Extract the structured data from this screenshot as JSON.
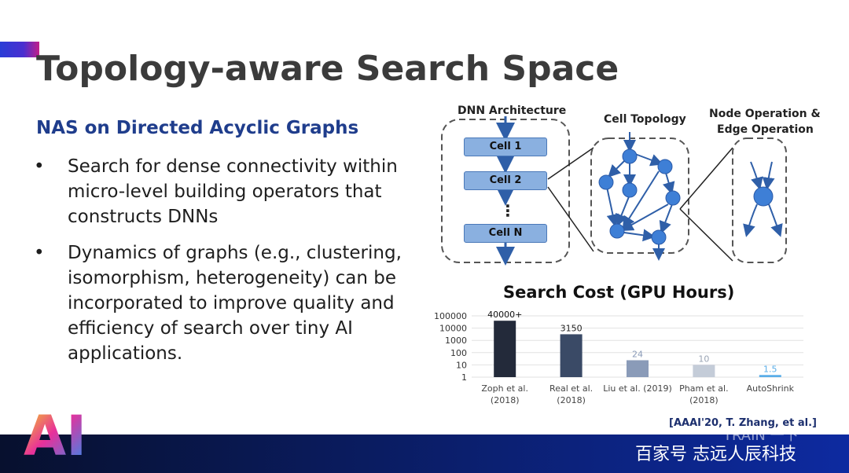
{
  "slide": {
    "title": "Topology-aware Search Space",
    "subtitle": "NAS on Directed Acyclic Graphs",
    "bullets": [
      "Search for dense connectivity within micro-level building operators that constructs DNNs",
      "Dynamics of graphs (e.g., clustering, isomorphism, heterogeneity) can be incorporated to improve quality and efficiency of search over tiny AI applications."
    ],
    "bullet_marker": "•",
    "citation": "[AAAI'20, T. Zhang, et al.]"
  },
  "diagram": {
    "dnn_label": "DNN Architecture",
    "cells": [
      "Cell 1",
      "Cell 2",
      "Cell N"
    ],
    "ellipsis": "⋮",
    "cell_topology_label": "Cell Topology",
    "node_op_label_line1": "Node Operation &",
    "node_op_label_line2": "Edge Operation"
  },
  "chart_data": {
    "type": "bar",
    "title": "Search Cost (GPU Hours)",
    "categories": [
      "Zoph et al. (2018)",
      "Real et al. (2018)",
      "Liu et al. (2019)",
      "Pham et al. (2018)",
      "AutoShrink"
    ],
    "category_lines": [
      [
        "Zoph et al.",
        "(2018)"
      ],
      [
        "Real et al.",
        "(2018)"
      ],
      [
        "Liu et al. (2019)"
      ],
      [
        "Pham et al.",
        "(2018)"
      ],
      [
        "AutoShrink"
      ]
    ],
    "values": [
      40000,
      3150,
      24,
      10,
      1.5
    ],
    "data_labels": [
      "40000+",
      "3150",
      "24",
      "10",
      "1.5"
    ],
    "colors": [
      "#232a3a",
      "#3a4a66",
      "#8a9bb8",
      "#c4ccd8",
      "#5aaee8"
    ],
    "label_colors": [
      "#111111",
      "#222222",
      "#8a9bb8",
      "#9aa4b4",
      "#5aaee8"
    ],
    "yscale": "log",
    "yticks": [
      "1",
      "10",
      "100",
      "1000",
      "10000",
      "100000"
    ],
    "ylim": [
      1,
      100000
    ],
    "grid": true
  },
  "footer": {
    "logo_text": "AI",
    "watermark": "百家号 志远人辰科技",
    "watermark_faint": "TRAIN 一下"
  }
}
